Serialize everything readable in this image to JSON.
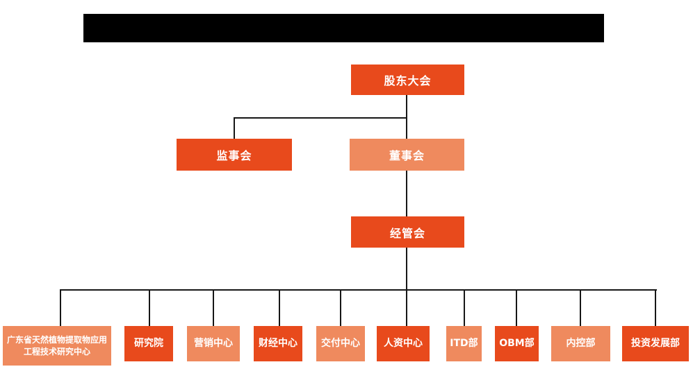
{
  "colors": {
    "dark": "#E84A1C",
    "light": "#EF8A5E",
    "line": "#161616",
    "redaction_bar": "#000000",
    "text": "#FFFFFF",
    "background": "#FFFFFF"
  },
  "nodes": {
    "shareholders": {
      "label": "股东大会",
      "tone": "dark"
    },
    "supervisors": {
      "label": "监事会",
      "tone": "dark"
    },
    "directors": {
      "label": "董事会",
      "tone": "light"
    },
    "management": {
      "label": "经管会",
      "tone": "dark"
    }
  },
  "departments": [
    {
      "label": "广东省天然植物提取物应用工程技术研究中心",
      "tone": "light"
    },
    {
      "label": "研究院",
      "tone": "dark"
    },
    {
      "label": "营销中心",
      "tone": "light"
    },
    {
      "label": "财经中心",
      "tone": "dark"
    },
    {
      "label": "交付中心",
      "tone": "light"
    },
    {
      "label": "人资中心",
      "tone": "dark"
    },
    {
      "label": "ITD部",
      "tone": "light"
    },
    {
      "label": "OBM部",
      "tone": "dark"
    },
    {
      "label": "内控部",
      "tone": "light"
    },
    {
      "label": "投资发展部",
      "tone": "dark"
    }
  ]
}
